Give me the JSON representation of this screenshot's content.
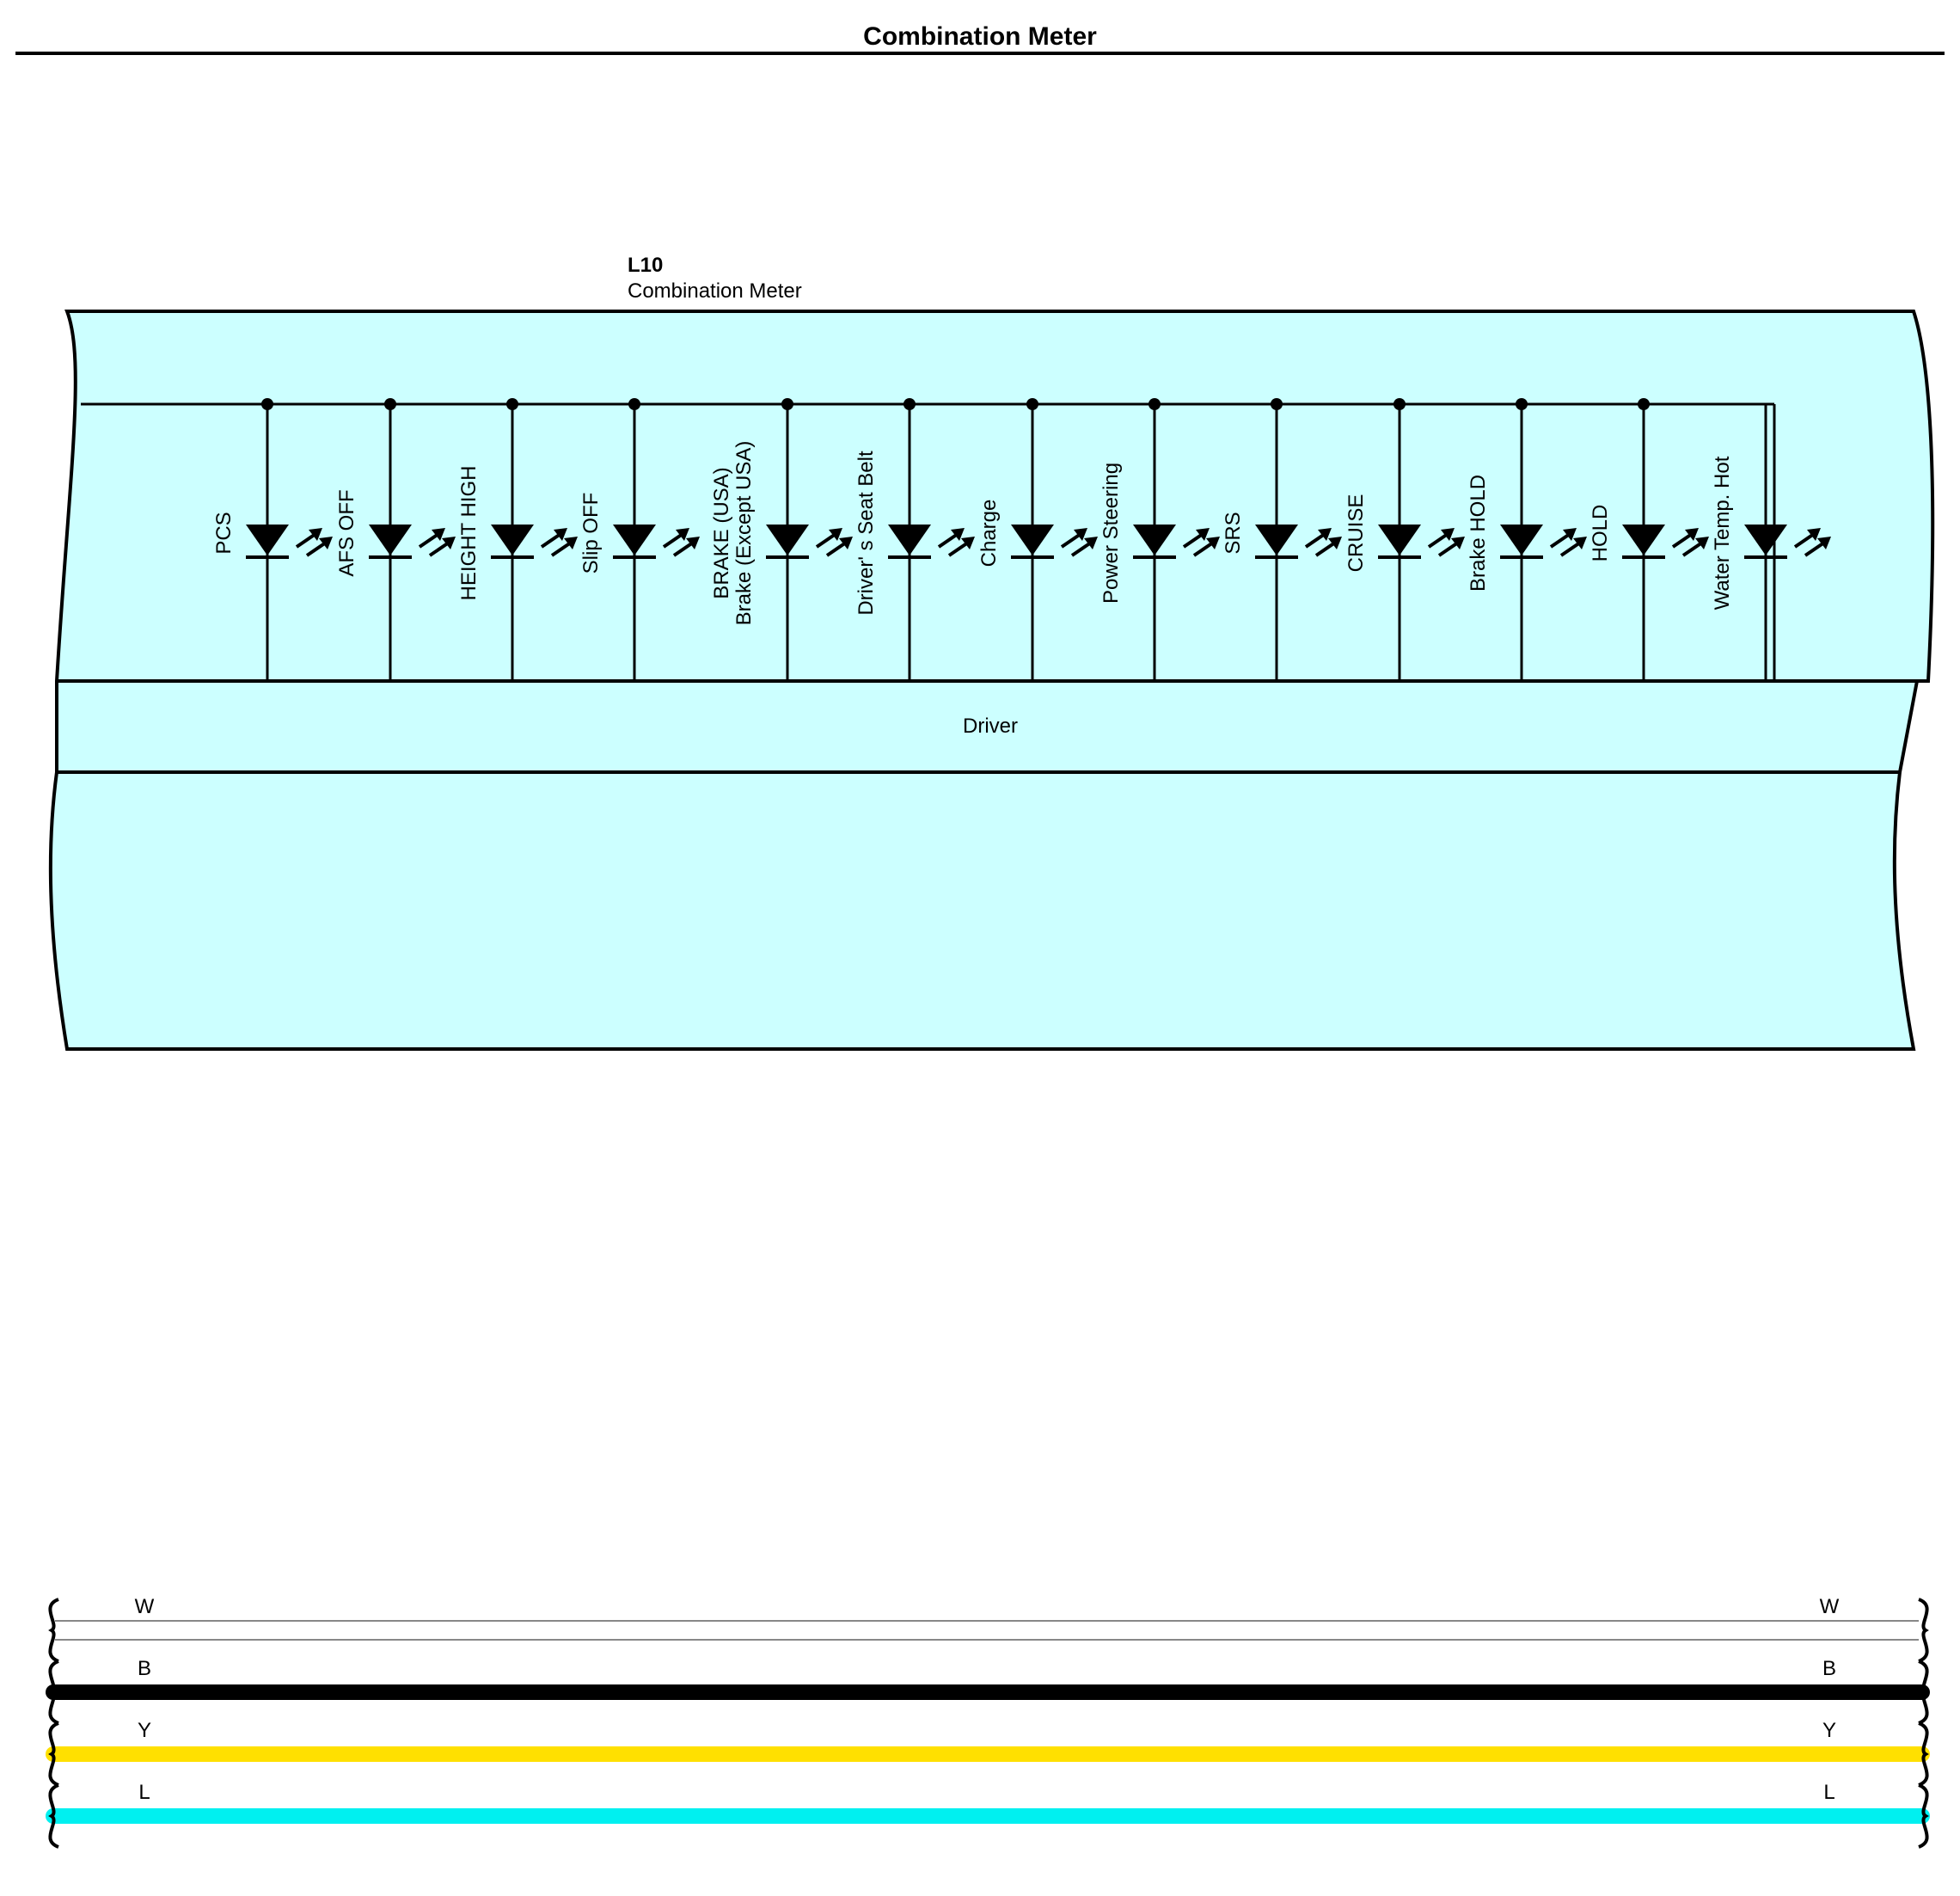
{
  "page": {
    "title": "Combination Meter"
  },
  "connector": {
    "code": "L10",
    "name": "Combination Meter"
  },
  "driver_label": "Driver",
  "indicators": [
    {
      "lines": [
        "PCS"
      ]
    },
    {
      "lines": [
        "AFS OFF"
      ]
    },
    {
      "lines": [
        "HEIGHT HIGH"
      ]
    },
    {
      "lines": [
        "Slip OFF"
      ]
    },
    {
      "lines": [
        "BRAKE (USA)",
        "Brake (Except USA)"
      ]
    },
    {
      "lines": [
        "Driver' s Seat Belt"
      ]
    },
    {
      "lines": [
        "Charge"
      ]
    },
    {
      "lines": [
        "Power Steering"
      ]
    },
    {
      "lines": [
        "SRS"
      ]
    },
    {
      "lines": [
        "CRUISE"
      ]
    },
    {
      "lines": [
        "Brake HOLD"
      ]
    },
    {
      "lines": [
        "HOLD"
      ]
    },
    {
      "lines": [
        "Water Temp.  Hot"
      ]
    }
  ],
  "wires": [
    {
      "code": "W",
      "color": "#ffffff"
    },
    {
      "code": "B",
      "color": "#000000"
    },
    {
      "code": "Y",
      "color": "#ffe000"
    },
    {
      "code": "L",
      "color": "#00f0f0"
    }
  ],
  "colors": {
    "meter_fill": "#ccffff",
    "outline": "#000000"
  }
}
